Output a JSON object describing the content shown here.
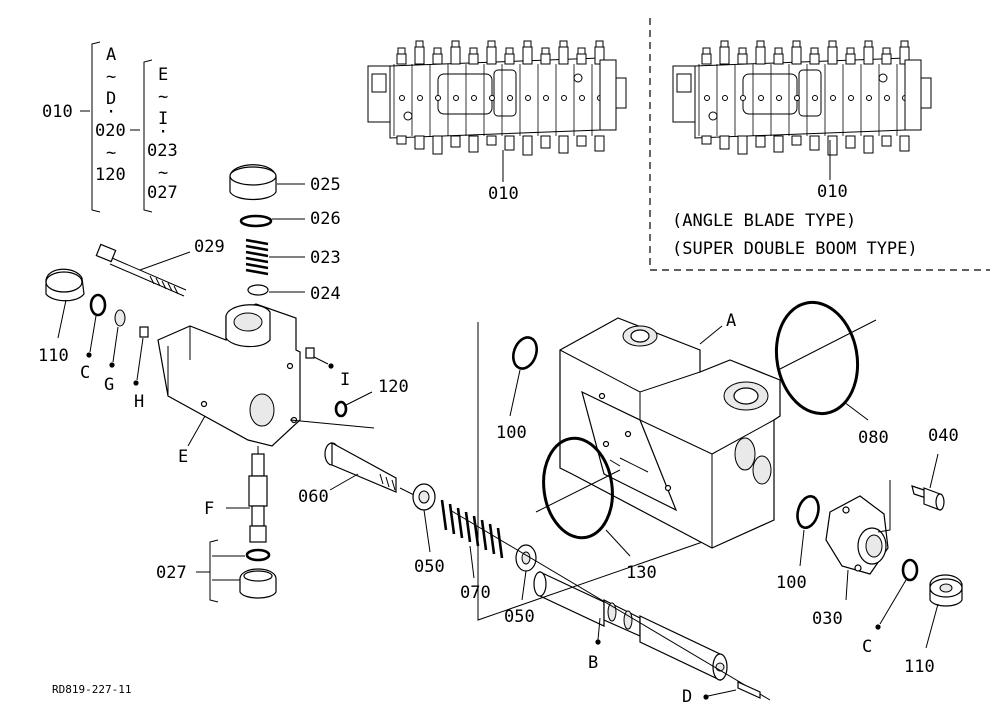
{
  "drawing_code": "RD819-227-11",
  "variant_notes": [
    "(ANGLE BLADE TYPE)",
    "(SUPER DOUBLE BOOM TYPE)"
  ],
  "legend": {
    "parent": "010",
    "group1": [
      "A",
      "~",
      "D",
      "·",
      "020",
      "~",
      "120"
    ],
    "group2": [
      "E",
      "~",
      "I",
      "·",
      "023",
      "~",
      "027"
    ]
  },
  "labels": {
    "assy_left": "010",
    "assy_right": "010",
    "p025": "025",
    "p026": "026",
    "p023": "023",
    "p024": "024",
    "p029": "029",
    "p110_left": "110",
    "pC_left": "C",
    "pG": "G",
    "pH": "H",
    "pI": "I",
    "p120": "120",
    "pE": "E",
    "pF": "F",
    "p027": "027",
    "p060": "060",
    "p050a": "050",
    "p070": "070",
    "p050b": "050",
    "pB": "B",
    "pD": "D",
    "pA": "A",
    "p100a": "100",
    "p130": "130",
    "p080": "080",
    "p040": "040",
    "p100b": "100",
    "p030": "030",
    "pC_right": "C",
    "p110_right": "110"
  }
}
